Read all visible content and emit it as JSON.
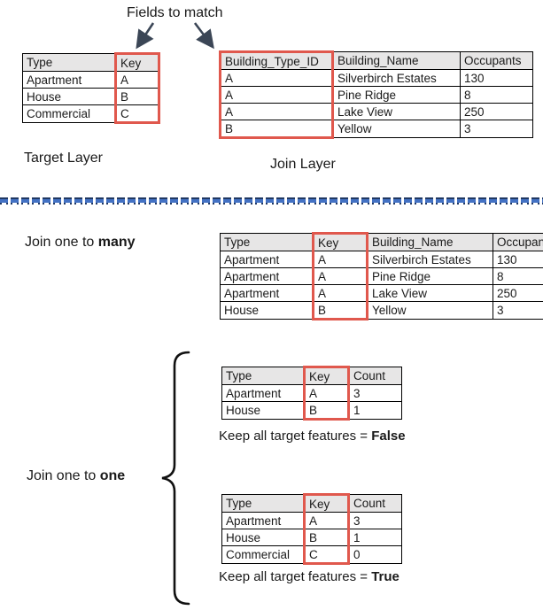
{
  "colors": {
    "highlight_red": "#E0584D",
    "header_gray": "#E7E6E6",
    "arrow_navy": "#3B4656",
    "divider_blue": "#4472C4",
    "divider_dark": "#1F3864",
    "text": "#1A1A1A"
  },
  "annotations": {
    "fields_to_match": "Fields to match",
    "target_layer": "Target Layer",
    "join_layer": "Join Layer",
    "join_many": {
      "prefix": "Join one to ",
      "bold": "many"
    },
    "join_one": {
      "prefix": "Join one to ",
      "bold": "one"
    },
    "keep_false": {
      "prefix": "Keep all target features = ",
      "bold": "False"
    },
    "keep_true": {
      "prefix": "Keep all target features = ",
      "bold": "True"
    }
  },
  "tables": {
    "target": {
      "headers": [
        "Type",
        "Key"
      ],
      "rows": [
        [
          "Apartment",
          "A"
        ],
        [
          "House",
          "B"
        ],
        [
          "Commercial",
          "C"
        ]
      ],
      "highlight_col": 1
    },
    "join": {
      "headers": [
        "Building_Type_ID",
        "Building_Name",
        "Occupants"
      ],
      "rows": [
        [
          "A",
          "Silverbirch Estates",
          "130"
        ],
        [
          "A",
          "Pine Ridge",
          "8"
        ],
        [
          "A",
          "Lake View",
          "250"
        ],
        [
          "B",
          "Yellow",
          "3"
        ]
      ],
      "highlight_col": 0
    },
    "one_to_many": {
      "headers": [
        "Type",
        "Key",
        "Building_Name",
        "Occupants"
      ],
      "rows": [
        [
          "Apartment",
          "A",
          "Silverbirch Estates",
          "130"
        ],
        [
          "Apartment",
          "A",
          "Pine Ridge",
          "8"
        ],
        [
          "Apartment",
          "A",
          "Lake View",
          "250"
        ],
        [
          "House",
          "B",
          "Yellow",
          "3"
        ]
      ],
      "highlight_col": 1
    },
    "one_to_one_false": {
      "headers": [
        "Type",
        "Key",
        "Count"
      ],
      "rows": [
        [
          "Apartment",
          "A",
          "3"
        ],
        [
          "House",
          "B",
          "1"
        ]
      ],
      "highlight_col": 1
    },
    "one_to_one_true": {
      "headers": [
        "Type",
        "Key",
        "Count"
      ],
      "rows": [
        [
          "Apartment",
          "A",
          "3"
        ],
        [
          "House",
          "B",
          "1"
        ],
        [
          "Commercial",
          "C",
          "0"
        ]
      ],
      "highlight_col": 1
    }
  }
}
